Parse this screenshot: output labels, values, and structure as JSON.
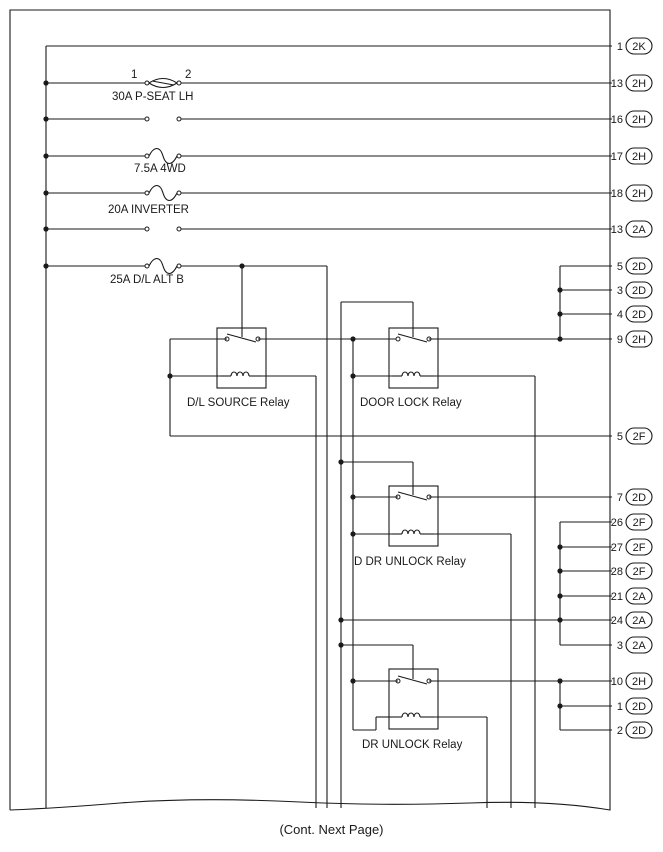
{
  "fuses": {
    "p_seat": "30A P-SEAT LH",
    "p_seat_pin1": "1",
    "p_seat_pin2": "2",
    "fwd": "7.5A 4WD",
    "inverter": "20A INVERTER",
    "dl_alt": "25A D/L ALT B"
  },
  "relays": {
    "dl_source": "D/L SOURCE Relay",
    "door_lock": "DOOR LOCK Relay",
    "d_dr_unlock": "D DR UNLOCK Relay",
    "dr_unlock": "DR UNLOCK Relay"
  },
  "connectors": [
    {
      "pin": "1",
      "conn": "2K"
    },
    {
      "pin": "13",
      "conn": "2H"
    },
    {
      "pin": "16",
      "conn": "2H"
    },
    {
      "pin": "17",
      "conn": "2H"
    },
    {
      "pin": "18",
      "conn": "2H"
    },
    {
      "pin": "13",
      "conn": "2A"
    },
    {
      "pin": "5",
      "conn": "2D"
    },
    {
      "pin": "3",
      "conn": "2D"
    },
    {
      "pin": "4",
      "conn": "2D"
    },
    {
      "pin": "9",
      "conn": "2H"
    },
    {
      "pin": "5",
      "conn": "2F"
    },
    {
      "pin": "7",
      "conn": "2D"
    },
    {
      "pin": "26",
      "conn": "2F"
    },
    {
      "pin": "27",
      "conn": "2F"
    },
    {
      "pin": "28",
      "conn": "2F"
    },
    {
      "pin": "21",
      "conn": "2A"
    },
    {
      "pin": "24",
      "conn": "2A"
    },
    {
      "pin": "3",
      "conn": "2A"
    },
    {
      "pin": "10",
      "conn": "2H"
    },
    {
      "pin": "1",
      "conn": "2D"
    },
    {
      "pin": "2",
      "conn": "2D"
    }
  ],
  "footer": "(Cont. Next Page)"
}
